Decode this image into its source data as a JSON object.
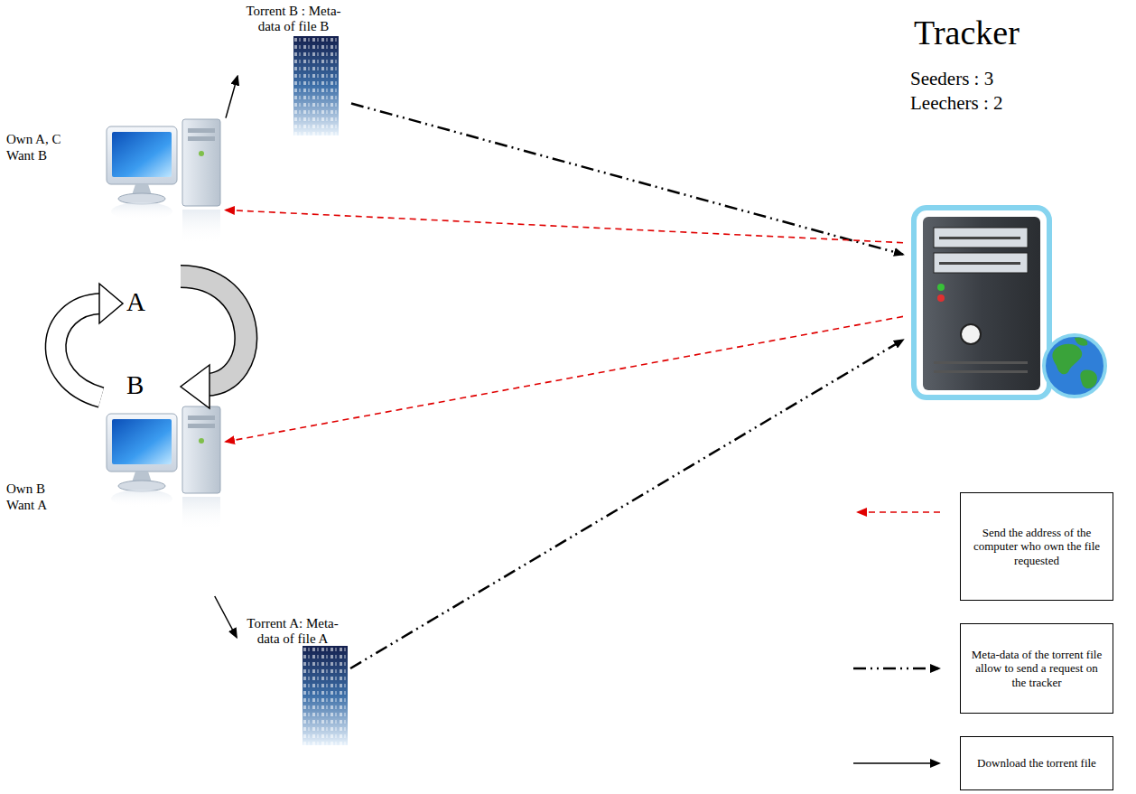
{
  "diagram": {
    "nodes": [
      {
        "text": [
          "Torrent B : Meta-data of file B"
        ]
      },
      {
        "text": [
          "Own A, C",
          "Want B"
        ]
      },
      {
        "text": [
          "Tracker",
          "Seeders : 3",
          "Leechers : 2"
        ]
      },
      {
        "text": [
          "Own B",
          "Want A"
        ]
      },
      {
        "text": [
          "Torrent A: Meta-data of file A"
        ]
      }
    ],
    "edges": [
      {
        "from": 1,
        "to": 0,
        "arrow": "to"
      },
      {
        "from": 0,
        "to": 2,
        "arrow": "to"
      },
      {
        "from": 2,
        "to": 1,
        "arrow": "to"
      },
      {
        "from": 2,
        "to": 3,
        "arrow": "to"
      },
      {
        "from": 3,
        "to": 4,
        "arrow": "to"
      },
      {
        "from": 4,
        "to": 2,
        "arrow": "to"
      }
    ],
    "labels": [
      "A",
      "B"
    ],
    "legend": [
      {
        "text": "Send the address of the computer who own the file requested"
      },
      {
        "text": "Meta-data of the torrent file allow to send a request on the tracker"
      },
      {
        "text": "Download the torrent file"
      }
    ]
  }
}
